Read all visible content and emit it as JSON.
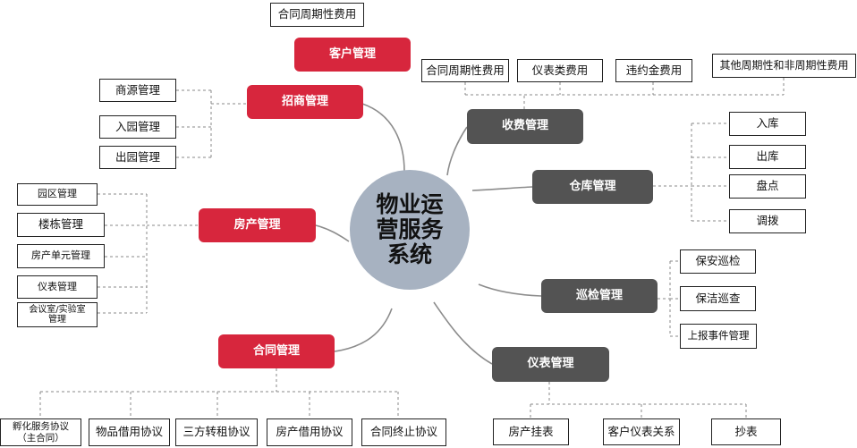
{
  "center": {
    "lines": [
      "物业运",
      "营服务",
      "系统"
    ]
  },
  "modules": {
    "kehu": "客户管理",
    "zhaoshang": "招商管理",
    "fangchan": "房产管理",
    "hetong": "合同管理",
    "shoufei": "收费管理",
    "cangku": "仓库管理",
    "xunjian": "巡检管理",
    "yibiao": "仪表管理"
  },
  "kehu_items": [
    "合同周期性费用"
  ],
  "zhaoshang_items": [
    "商源管理",
    "入园管理",
    "出园管理"
  ],
  "fangchan_items": [
    "园区管理",
    "楼栋管理",
    "房产单元管理",
    "仪表管理",
    "会议室/实验室\n管理"
  ],
  "hetong_items": [
    "孵化服务协议\n（主合同）",
    "物品借用协议",
    "三方转租协议",
    "房产借用协议",
    "合同终止协议"
  ],
  "shoufei_items": [
    "合同周期性费用",
    "仪表类费用",
    "违约金费用",
    "其他周期性和非周期性费用"
  ],
  "cangku_items": [
    "入库",
    "出库",
    "盘点",
    "调拨"
  ],
  "xunjian_items": [
    "保安巡检",
    "保洁巡查",
    "上报事件管理"
  ],
  "yibiao_items": [
    "房产挂表",
    "客户仪表关系",
    "抄表"
  ],
  "colors": {
    "red": "#d7263d",
    "gray": "#535353",
    "center": "#a7b2c1",
    "curve": "#8c8c8c"
  }
}
